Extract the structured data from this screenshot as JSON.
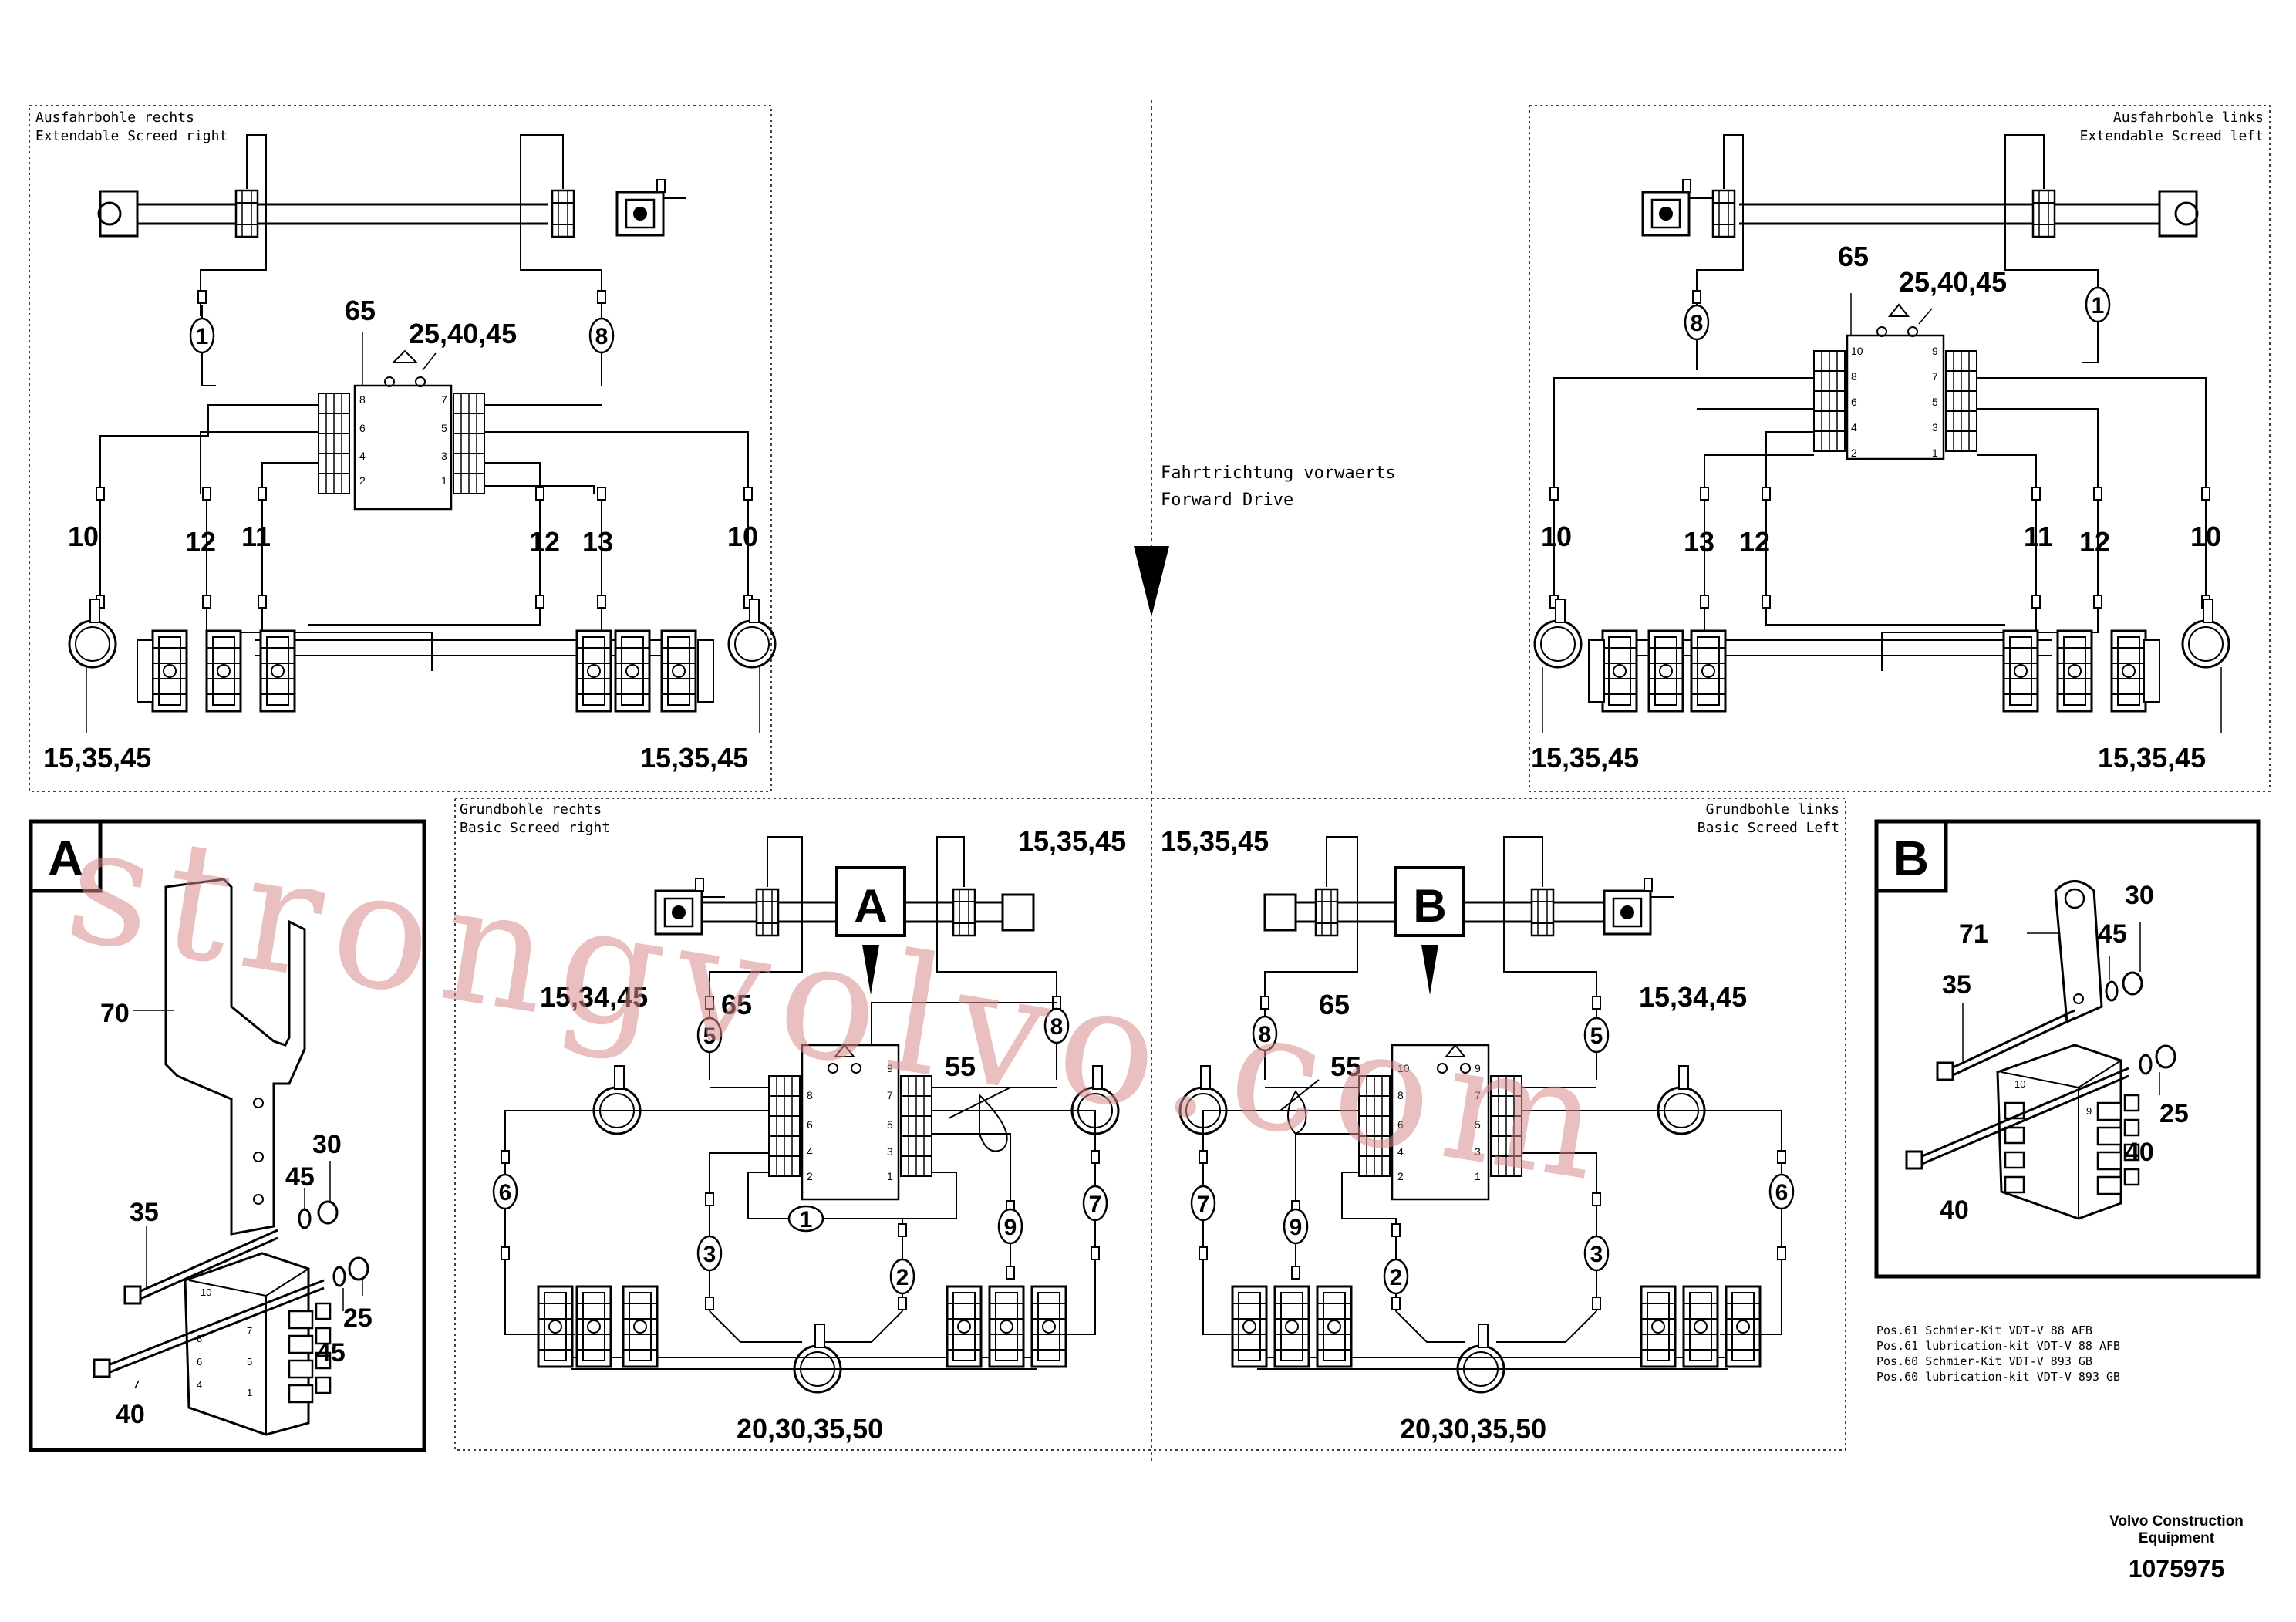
{
  "panels": {
    "ext_right": {
      "line1": "Ausfahrbohle rechts",
      "line2": "Extendable Screed right"
    },
    "ext_left": {
      "line1": "Ausfahrbohle links",
      "line2": "Extendable Screed left"
    },
    "basic_right": {
      "line1": "Grundbohle rechts",
      "line2": "Basic Screed right"
    },
    "basic_left": {
      "line1": "Grundbohle links",
      "line2": "Basic Screed Left"
    }
  },
  "direction": {
    "line1": "Fahrtrichtung vorwaerts",
    "line2": "Forward Drive"
  },
  "callouts": {
    "p65": "65",
    "p25_40_45": "25,40,45",
    "p15_35_45": "15,35,45",
    "p15_34_45": "15,34,45",
    "p20_30_35_50": "20,30,35,50",
    "p55": "55",
    "p70": "70",
    "p71": "71",
    "p30": "30",
    "p35": "35",
    "p40": "40",
    "p45": "45",
    "p25": "25",
    "n10": "10",
    "n12": "12",
    "n11": "11",
    "n13": "13"
  },
  "hoses": {
    "h1": "1",
    "h2": "2",
    "h3": "3",
    "h5": "5",
    "h6": "6",
    "h7": "7",
    "h8": "8",
    "h9": "9"
  },
  "distributor_ports": {
    "p1": "1",
    "p2": "2",
    "p3": "3",
    "p4": "4",
    "p5": "5",
    "p6": "6",
    "p7": "7",
    "p8": "8",
    "p9": "9",
    "p10": "10"
  },
  "details": {
    "a": "A",
    "b": "B"
  },
  "notes": [
    "Pos.61 Schmier-Kit VDT-V 88 AFB",
    "Pos.61 lubrication-kit VDT-V 88 AFB",
    "Pos.60 Schmier-Kit VDT-V 893 GB",
    "Pos.60 lubrication-kit VDT-V 893 GB"
  ],
  "footer": {
    "company_line1": "Volvo Construction",
    "company_line2": "Equipment",
    "drawing_number": "1075975"
  },
  "watermark": "strongvolvo.com"
}
